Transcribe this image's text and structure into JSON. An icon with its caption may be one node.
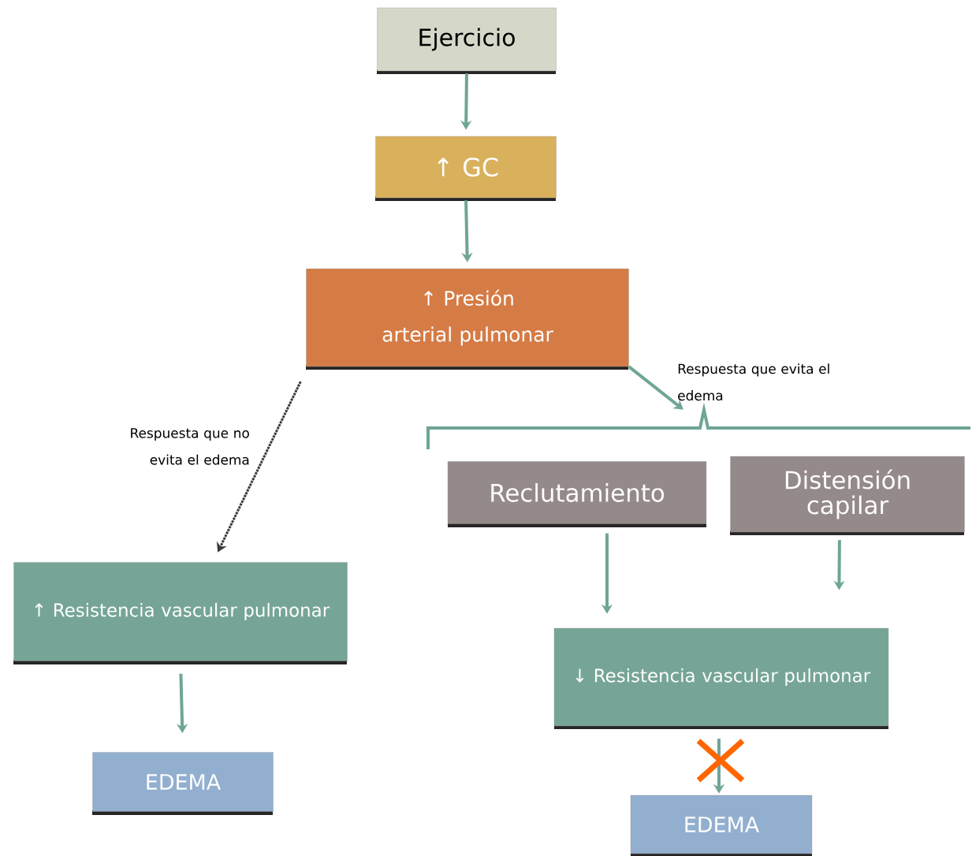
{
  "diagram": {
    "nodes": [
      {
        "text": [
          "Ejercicio"
        ]
      },
      {
        "text": [
          "↑ GC"
        ]
      },
      {
        "text": [
          "↑ Presión arterial pulmonar"
        ]
      },
      {
        "text": [
          "↑ Resistencia vascular pulmonar"
        ]
      },
      {
        "text": [
          "EDEMA"
        ]
      },
      {
        "text": [
          "Reclutamiento"
        ]
      },
      {
        "text": [
          "Distensión capilar"
        ]
      },
      {
        "text": [
          "↓ Resistencia vascular pulmonar"
        ]
      },
      {
        "text": [
          "EDEMA"
        ]
      },
      {
        "text": [],
        "shape": "bracket"
      }
    ],
    "edges": [
      {
        "from": 0,
        "to": 1,
        "arrow": "to"
      },
      {
        "from": 1,
        "to": 2,
        "arrow": "to"
      },
      {
        "from": 2,
        "to": 3,
        "arrow": "to",
        "style": "dashed",
        "color": "#3a3a3a",
        "label": "Respuesta que no evita el edema"
      },
      {
        "from": 2,
        "to": 9,
        "arrow": "to",
        "label": "Respuesta que evita el edema"
      },
      {
        "from": 3,
        "to": 4,
        "arrow": "to"
      },
      {
        "from": 5,
        "to": 7,
        "arrow": "to"
      },
      {
        "from": 6,
        "to": 7,
        "arrow": "to"
      },
      {
        "from": 7,
        "to": 8,
        "arrow": "to"
      }
    ]
  }
}
